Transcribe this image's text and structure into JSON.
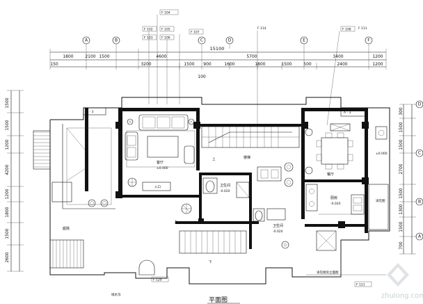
{
  "top_dims": {
    "total": "15100",
    "row1": [
      "1800",
      "2100",
      "1500",
      "4600",
      "5700",
      "3400",
      "1200"
    ],
    "row2": [
      "150",
      "3200",
      "1500",
      "900",
      "1600",
      "1800",
      "1500",
      "500",
      "2400",
      "1200"
    ],
    "sub": "100"
  },
  "axes_top": [
    "A",
    "B",
    "C",
    "D",
    "E",
    "F"
  ],
  "axes_right": [
    "D",
    "C",
    "B",
    "A"
  ],
  "left_dims": [
    "1500",
    "1500",
    "1200",
    "4200",
    "1200",
    "1800",
    "1500",
    "2600"
  ],
  "right_dims": [
    "300",
    "1500",
    "1500",
    "2700",
    "1500",
    "1300",
    "1500",
    "700"
  ],
  "tags": {
    "t1": "F 104",
    "t2": "F 102",
    "t3": "F 103",
    "t4": "F 105",
    "t5": "F 106",
    "t6": "F 107",
    "t7": "F 108",
    "t8": "F 114",
    "t9": "F 111",
    "t10": "F 120",
    "t11": "F 121"
  },
  "section_tags": [
    "A - 3",
    "A - 3"
  ],
  "room_labels": {
    "living": "客厅",
    "dining": "餐厅",
    "kitchen": "厨房",
    "stair": "楼梯",
    "bath1": "卫生间",
    "bath2": "卫生间",
    "garden": "庭院"
  },
  "levels": {
    "living": "±0.000",
    "dining": "±0.000",
    "kitchen": "-0.020",
    "bath1": "-0.020",
    "bath2": "-0.020"
  },
  "notes": {
    "n1": "入口",
    "n2": "排水沟",
    "n3": "详见厨房立面图",
    "n4": "详见图",
    "n5": "上",
    "n6": "上",
    "n7": "下"
  },
  "title": "平面图",
  "watermark": "zhulong.com"
}
